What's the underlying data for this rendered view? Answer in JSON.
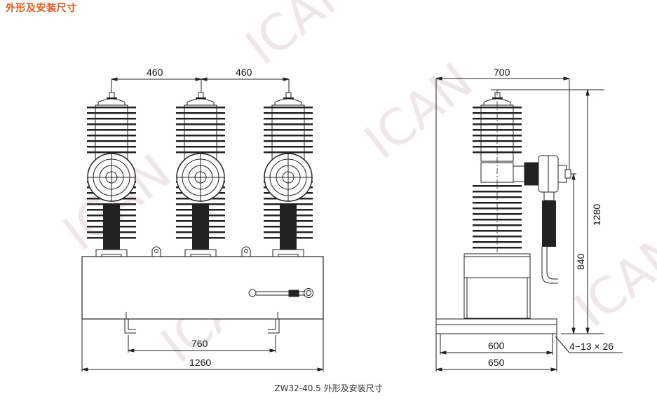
{
  "title": "外形及安装尺寸",
  "caption": "ZW32-40.5 外形及安装尺寸",
  "dimensions": {
    "pole_spacing_1": "460",
    "pole_spacing_2": "460",
    "mount_spacing_front": "760",
    "overall_width_front": "1260",
    "overall_depth_side": "700",
    "base_600": "600",
    "base_650": "650",
    "height_total": "1280",
    "height_840": "840",
    "holes": "4−13 × 26"
  },
  "watermark": {
    "logo": "ICAN"
  },
  "colors": {
    "title": "#e8591a",
    "line": "#222222",
    "watermark": "#ece5e5"
  }
}
